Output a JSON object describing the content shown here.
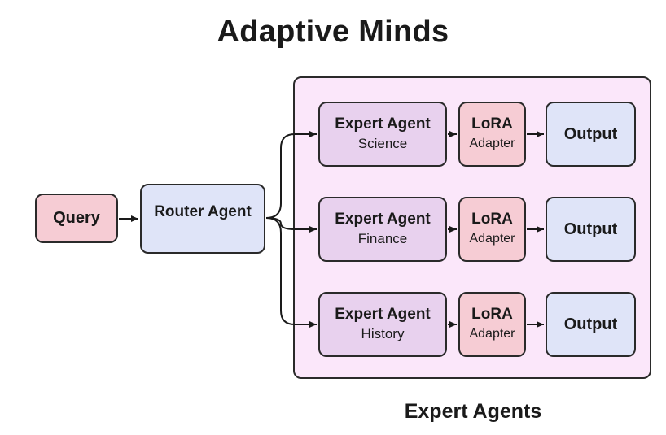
{
  "title": "Adaptive Minds",
  "query_label": "Query",
  "router_label": "Router Agent",
  "group_caption": "Expert Agents",
  "experts": [
    {
      "name": "Expert Agent",
      "domain": "Science",
      "adapter_title": "LoRA",
      "adapter_sub": "Adapter",
      "output": "Output"
    },
    {
      "name": "Expert Agent",
      "domain": "Finance",
      "adapter_title": "LoRA",
      "adapter_sub": "Adapter",
      "output": "Output"
    },
    {
      "name": "Expert Agent",
      "domain": "History",
      "adapter_title": "LoRA",
      "adapter_sub": "Adapter",
      "output": "Output"
    }
  ],
  "colors": {
    "query_fill": "#f6ccd4",
    "router_fill": "#dfe4f8",
    "expert_fill": "#e8d1ee",
    "lora_fill": "#f6ccd4",
    "output_fill": "#dfe4f8",
    "group_fill": "#fbe7fa"
  }
}
